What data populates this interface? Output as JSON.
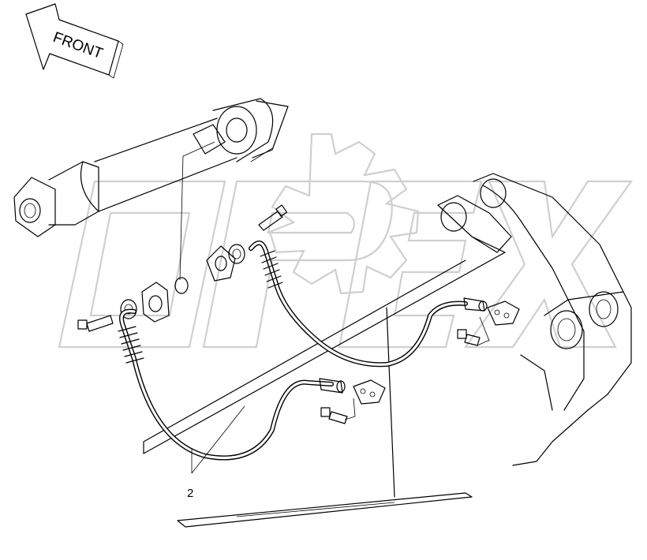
{
  "front_arrow": {
    "label": "FRONT"
  },
  "callouts": [
    {
      "label": "2"
    }
  ],
  "watermark": {
    "brand": "OPEX",
    "color": "#cfcfcf"
  }
}
